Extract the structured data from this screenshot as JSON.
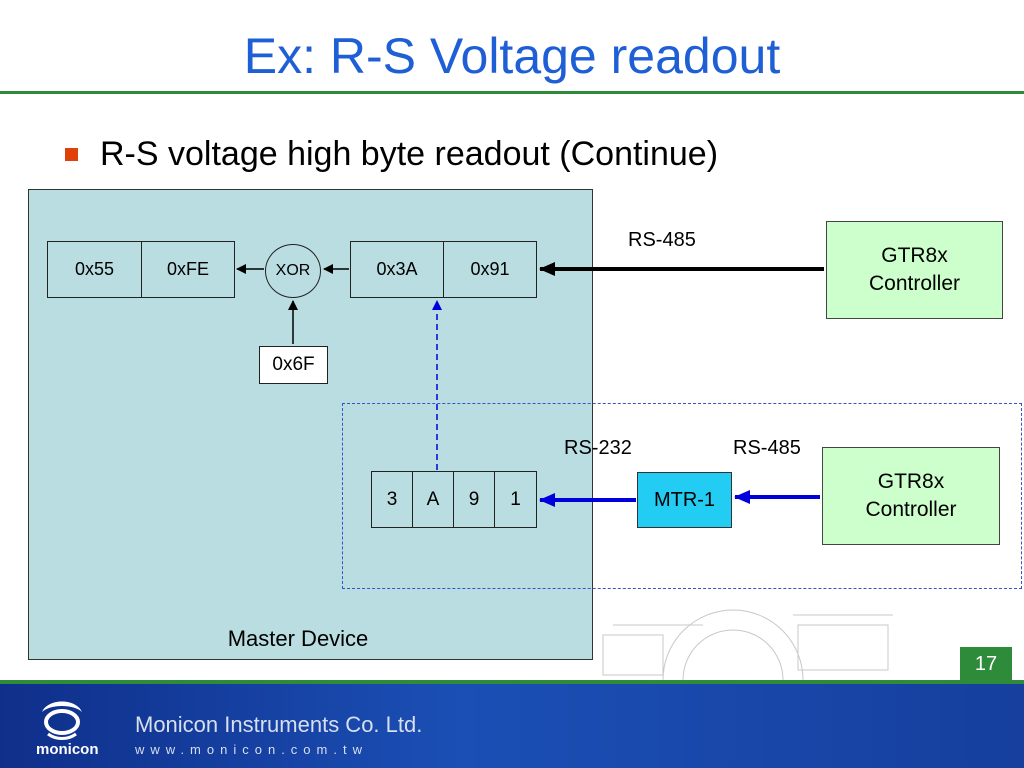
{
  "title": "Ex: R-S Voltage readout",
  "bullet": "R-S voltage high byte readout (Continue)",
  "master_label": "Master Device",
  "row1_left": [
    "0x55",
    "0xFE"
  ],
  "xor": "XOR",
  "row1_right": [
    "0x3A",
    "0x91"
  ],
  "operand": "0x6F",
  "row2_digits": [
    "3",
    "A",
    "9",
    "1"
  ],
  "mtr": "MTR-1",
  "labels": {
    "rs485_top": "RS-485",
    "rs232": "RS-232",
    "rs485_bottom": "RS-485"
  },
  "controller_top": [
    "GTR8x",
    "Controller"
  ],
  "controller_bottom": [
    "GTR8x",
    "Controller"
  ],
  "page_number": "17",
  "footer": {
    "company": "Monicon Instruments Co. Ltd.",
    "website": "www.monicon.com.tw",
    "brand": "monicon"
  },
  "colors": {
    "title": "#1f5fd6",
    "master_bg": "#b9dde0",
    "controller_bg": "#ccffcc",
    "mtr_bg": "#22ccf2",
    "blue_arrow": "#0000dd",
    "accent_green": "#2e8b3a"
  }
}
